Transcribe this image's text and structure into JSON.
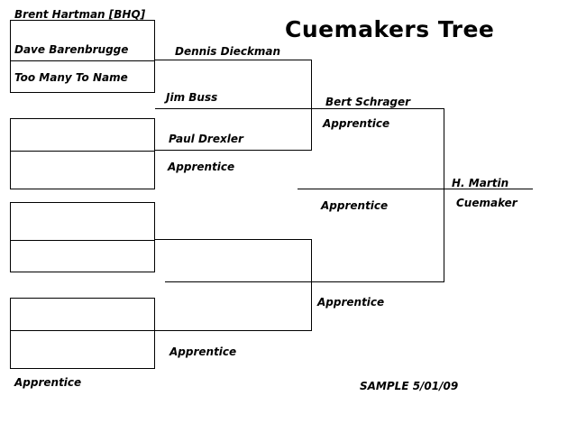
{
  "title": "Cuemakers Tree",
  "labels": {
    "brent": "Brent Hartman  [BHQ]",
    "dave": "Dave Barenbrugge",
    "too_many": "Too Many To Name",
    "dennis": "Dennis  Dieckman",
    "jim": "Jim Buss",
    "paul": "Paul Drexler",
    "apprentice_r1_a": "Apprentice",
    "bert": "Bert Schrager",
    "apprentice_r2_a": "Apprentice",
    "apprentice_r2_b": "Apprentice",
    "h_martin": "H. Martin",
    "cuemaker": "Cuemaker",
    "apprentice_r2_c": "Apprentice",
    "apprentice_r1_b": "Apprentice",
    "apprentice_bottom": "Apprentice",
    "sample": "SAMPLE 5/01/09"
  }
}
